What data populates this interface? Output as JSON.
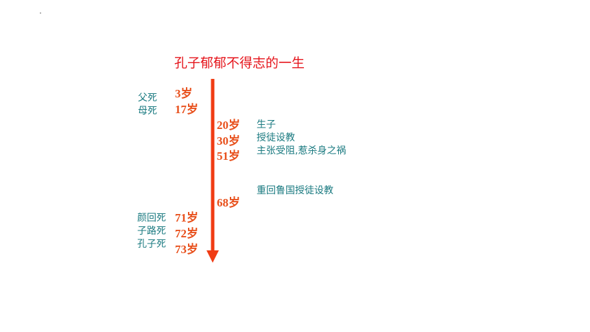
{
  "colors": {
    "title": "#e5141b",
    "age": "#e8501c",
    "event": "#1a7a80",
    "arrow": "#f03c14"
  },
  "title": "孔子郁郁不得志的一生",
  "left_events": {
    "father_death": "父死",
    "mother_death": "母死",
    "yanhui_death": "颜回死",
    "zilu_death": "子路死",
    "confucius_death": "孔子死"
  },
  "ages": {
    "a3": "3岁",
    "a17": "17岁",
    "a20": "20岁",
    "a30": "30岁",
    "a51": "51岁",
    "a68": "68岁",
    "a71": "71岁",
    "a72": "72岁",
    "a73": "73岁"
  },
  "right_events": {
    "birth_son": "生子",
    "teaching": "授徒设教",
    "advocacy": "主张受阻,惹杀身之祸",
    "return": "重回鲁国授徒设教"
  }
}
